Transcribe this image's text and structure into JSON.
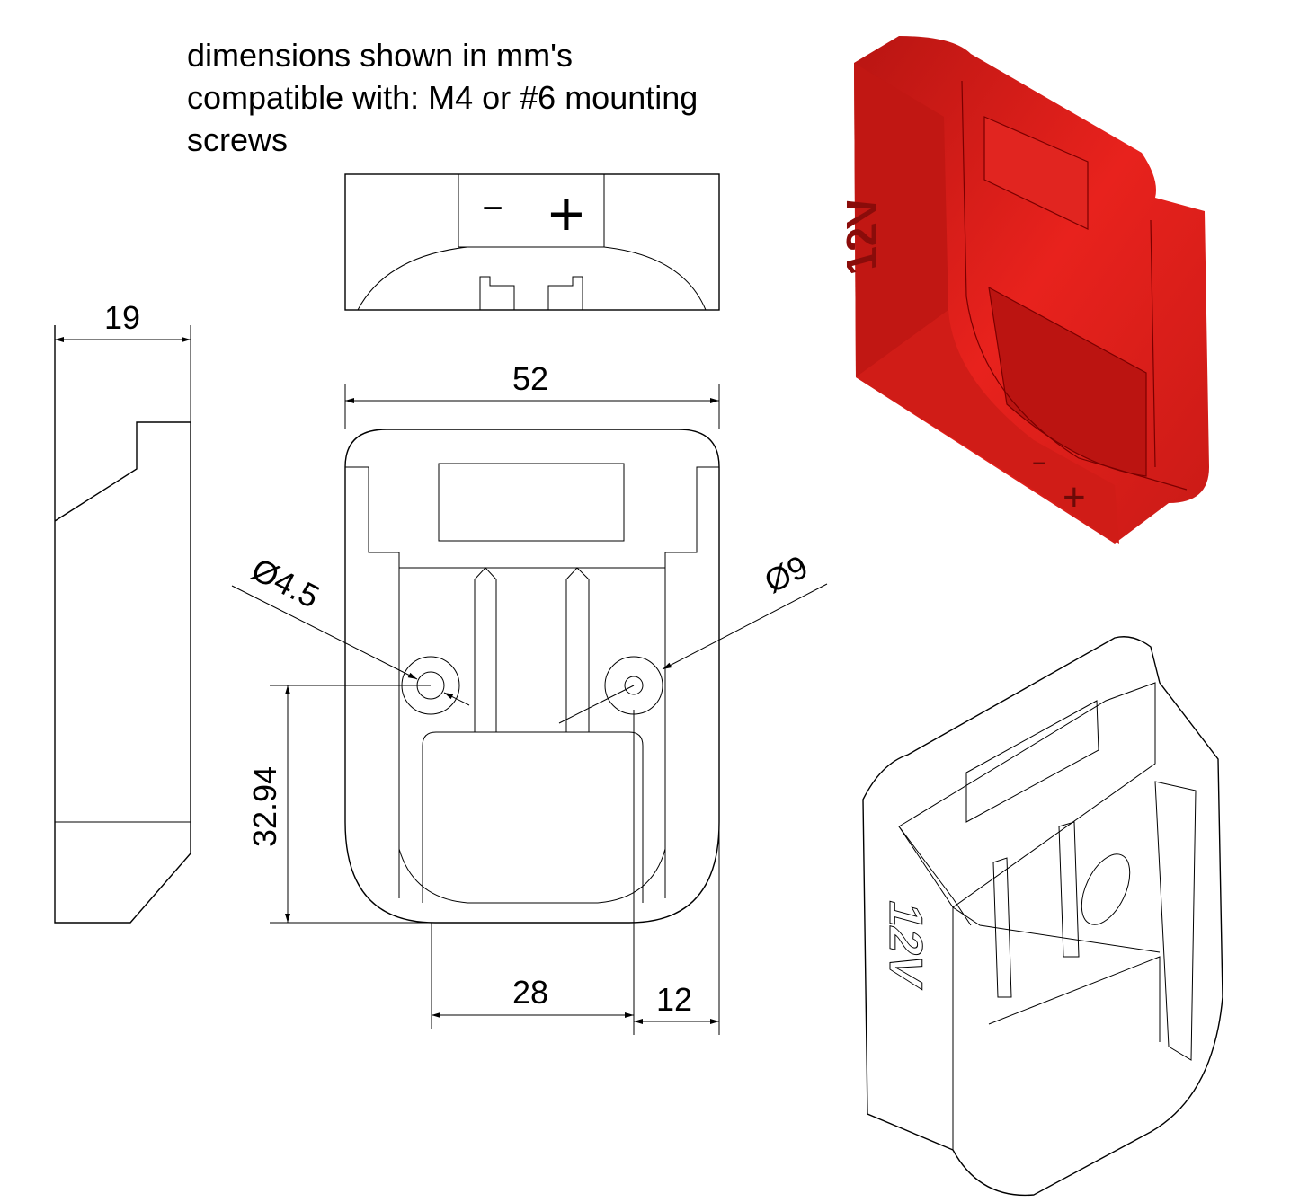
{
  "notes": {
    "line1": "dimensions shown in mm's",
    "line2": "compatible with: M4 or #6 mounting",
    "line3": "screws"
  },
  "dimensions": {
    "depth": "19",
    "width": "52",
    "small_hole": "Ø4.5",
    "large_hole": "Ø9",
    "hole_height": "32.94",
    "hole_spacing": "28",
    "hole_edge": "12"
  },
  "symbols": {
    "minus": "−",
    "plus": "+"
  },
  "render_label": "12V",
  "colors": {
    "render_red": "#e3201c",
    "line": "#000000"
  }
}
